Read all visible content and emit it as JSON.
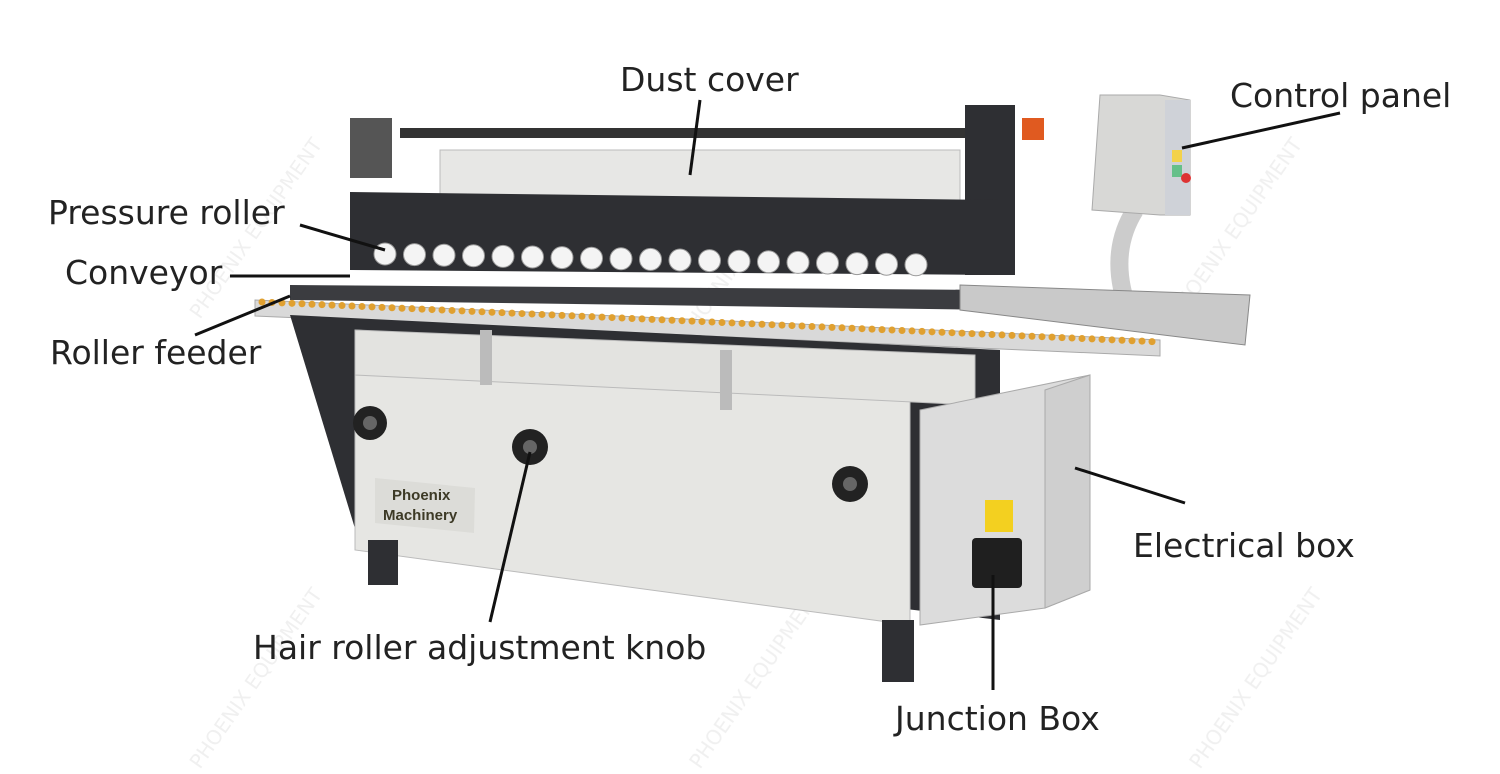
{
  "labels": {
    "dust_cover": "Dust cover",
    "control_panel": "Control panel",
    "pressure_roller": "Pressure roller",
    "conveyor": "Conveyor",
    "roller_feeder": "Roller feeder",
    "hair_roller_knob": "Hair roller adjustment knob",
    "electrical_box": "Electrical box",
    "junction_box": "Junction Box"
  },
  "nameplate": {
    "line1": "Phoenix",
    "line2": "Machinery"
  },
  "watermark": "PHOENIX EQUIPMENT",
  "colors": {
    "machine_body": "#e6e6e3",
    "dark_frame": "#2e2f33",
    "roller_feeder": "#e0a030",
    "label_text": "#222222"
  }
}
